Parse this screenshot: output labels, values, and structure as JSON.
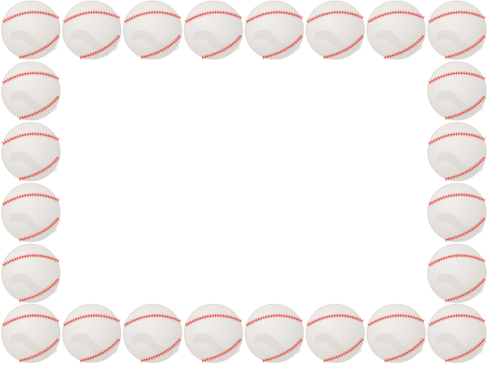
{
  "image": {
    "subject": "baseball-border-frame",
    "ball_icon": "baseball-icon",
    "balls_per_row": 8,
    "balls_per_side_column": 4,
    "colors": {
      "background": "#ffffff",
      "ball_light": "#f1efec",
      "ball_shade": "#d9d5d0",
      "ball_outline": "#c9c4be",
      "stitch": "#e2342a"
    }
  }
}
